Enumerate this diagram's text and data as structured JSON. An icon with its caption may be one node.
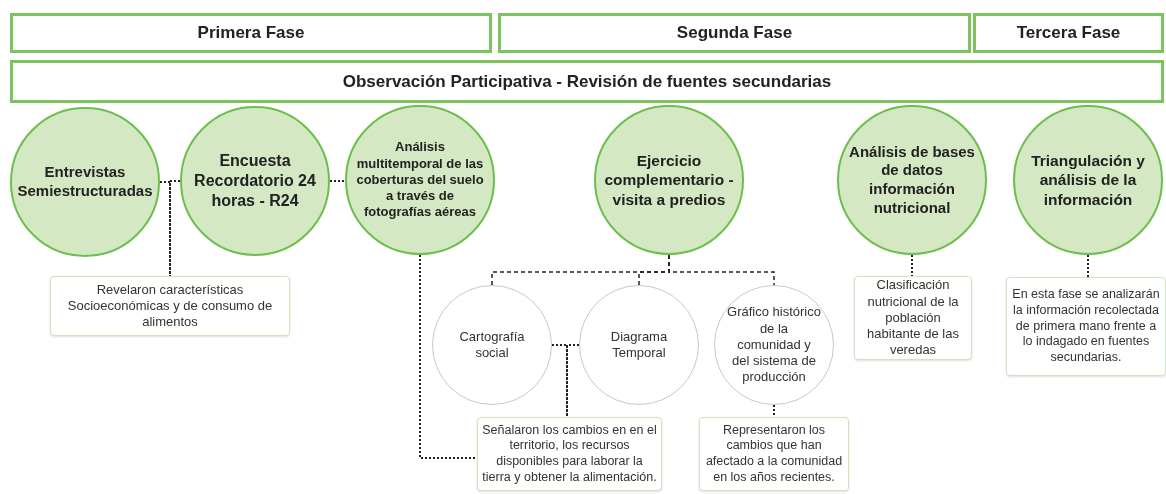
{
  "diagram": {
    "nodes": [
      {
        "text": [
          "Primera Fase"
        ]
      },
      {
        "text": [
          "Segunda Fase"
        ]
      },
      {
        "text": [
          "Tercera Fase"
        ]
      },
      {
        "text": [
          "Observación Participativa - Revisión de fuentes secundarias"
        ]
      },
      {
        "text": [
          "Entrevistas Semiestructuradas"
        ]
      },
      {
        "text": [
          "Encuesta Recordatorio 24 horas - R24"
        ]
      },
      {
        "text": [
          "Análisis multitemporal de las coberturas del suelo a través de fotografías aéreas"
        ]
      },
      {
        "text": [
          "Ejercicio complementario - visita a predios"
        ]
      },
      {
        "text": [
          "Análisis de bases de datos información nutricional"
        ]
      },
      {
        "text": [
          "Triangulación y análisis de la información"
        ]
      },
      {
        "text": [
          "Revelaron características Socioeconómicas y de consumo de alimentos"
        ]
      },
      {
        "text": [
          "Cartografía social"
        ]
      },
      {
        "text": [
          "Diagrama Temporal"
        ]
      },
      {
        "text": [
          "Gráfico histórico de la comunidad y del sistema de producción"
        ]
      },
      {
        "text": [
          "Señalaron los cambios en en el territorio, los recursos disponibles para laborar la tierra y obtener la alimentación."
        ]
      },
      {
        "text": [
          "Representaron los cambios que han afectado a la comunidad en los años recientes."
        ]
      },
      {
        "text": [
          "Clasificación nutricional de la población habitante de las veredas"
        ]
      },
      {
        "text": [
          "En esta fase se analizarán la información recolectada de primera mano frente a lo indagado en fuentes secundarias."
        ]
      }
    ],
    "edges": [
      {
        "from": 4,
        "to": 10,
        "arrow": "none"
      },
      {
        "from": 5,
        "to": 10,
        "arrow": "none"
      },
      {
        "from": 5,
        "to": 6,
        "arrow": "none"
      },
      {
        "from": 6,
        "to": 14,
        "arrow": "none"
      },
      {
        "from": 7,
        "to": 11,
        "arrow": "none",
        "style": "dashed"
      },
      {
        "from": 7,
        "to": 12,
        "arrow": "none",
        "style": "dashed"
      },
      {
        "from": 7,
        "to": 13,
        "arrow": "none",
        "style": "dashed"
      },
      {
        "from": 11,
        "to": 14,
        "arrow": "none"
      },
      {
        "from": 12,
        "to": 14,
        "arrow": "none"
      },
      {
        "from": 13,
        "to": 15,
        "arrow": "none"
      },
      {
        "from": 8,
        "to": 16,
        "arrow": "none"
      },
      {
        "from": 9,
        "to": 17,
        "arrow": "none"
      }
    ]
  }
}
